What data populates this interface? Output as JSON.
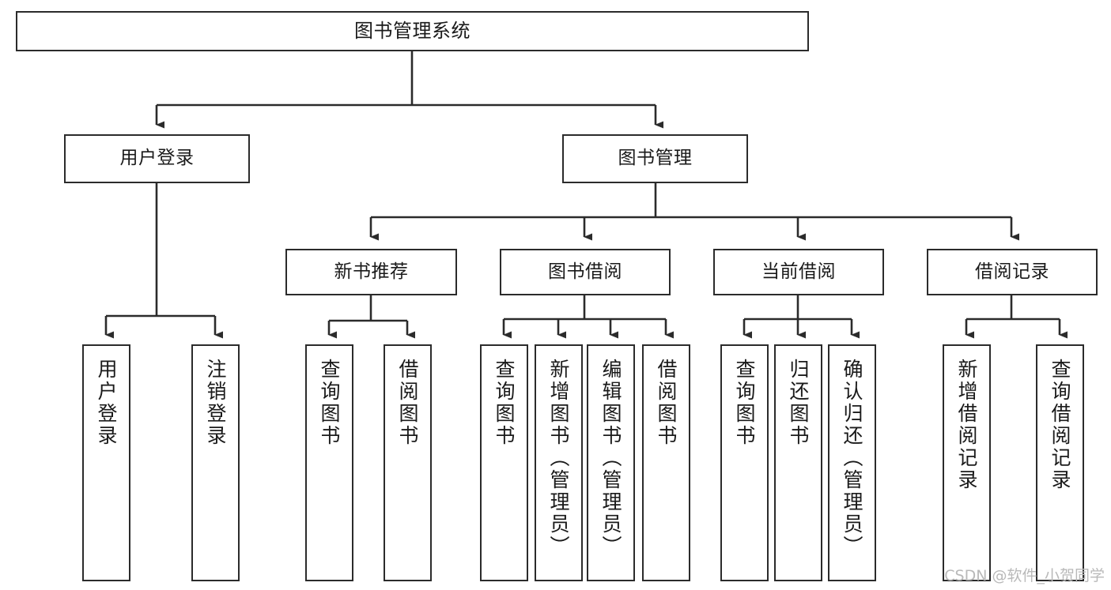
{
  "diagram": {
    "title": "图书管理系统",
    "type": "tree-hierarchy",
    "colors": {
      "box_border": "#2b2b2b",
      "box_fill": "#ffffff",
      "connector": "#2b2b2b",
      "text": "#1a1a1a",
      "watermark": "#b9b9b9",
      "background": "#ffffff"
    },
    "watermark": "CSDN @软件_小贺同学",
    "nodes": {
      "root": {
        "label": "图书管理系统"
      },
      "level2": [
        {
          "label": "用户登录"
        },
        {
          "label": "图书管理"
        }
      ],
      "level3": [
        {
          "label": "新书推荐"
        },
        {
          "label": "图书借阅"
        },
        {
          "label": "当前借阅"
        },
        {
          "label": "借阅记录"
        }
      ],
      "leaves": {
        "user_login": [
          {
            "label": "用户登录"
          },
          {
            "label": "注销登录"
          }
        ],
        "new_book_recommend": [
          {
            "label": "查询图书"
          },
          {
            "label": "借阅图书"
          }
        ],
        "book_borrow": [
          {
            "label": "查询图书"
          },
          {
            "label": "新增图书（管理员）"
          },
          {
            "label": "编辑图书（管理员）"
          },
          {
            "label": "借阅图书"
          }
        ],
        "current_borrow": [
          {
            "label": "查询图书"
          },
          {
            "label": "归还图书"
          },
          {
            "label": "确认归还（管理员）"
          }
        ],
        "borrow_record": [
          {
            "label": "新增借阅记录"
          },
          {
            "label": "查询借阅记录"
          }
        ]
      }
    }
  }
}
